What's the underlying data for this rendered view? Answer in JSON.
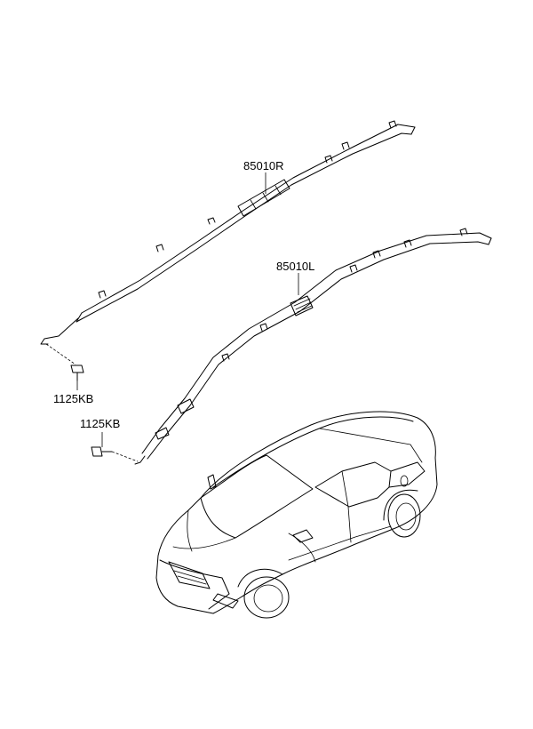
{
  "labels": {
    "part_right": "85010R",
    "part_left": "85010L",
    "bolt_upper": "1125KB",
    "bolt_lower": "1125KB"
  }
}
